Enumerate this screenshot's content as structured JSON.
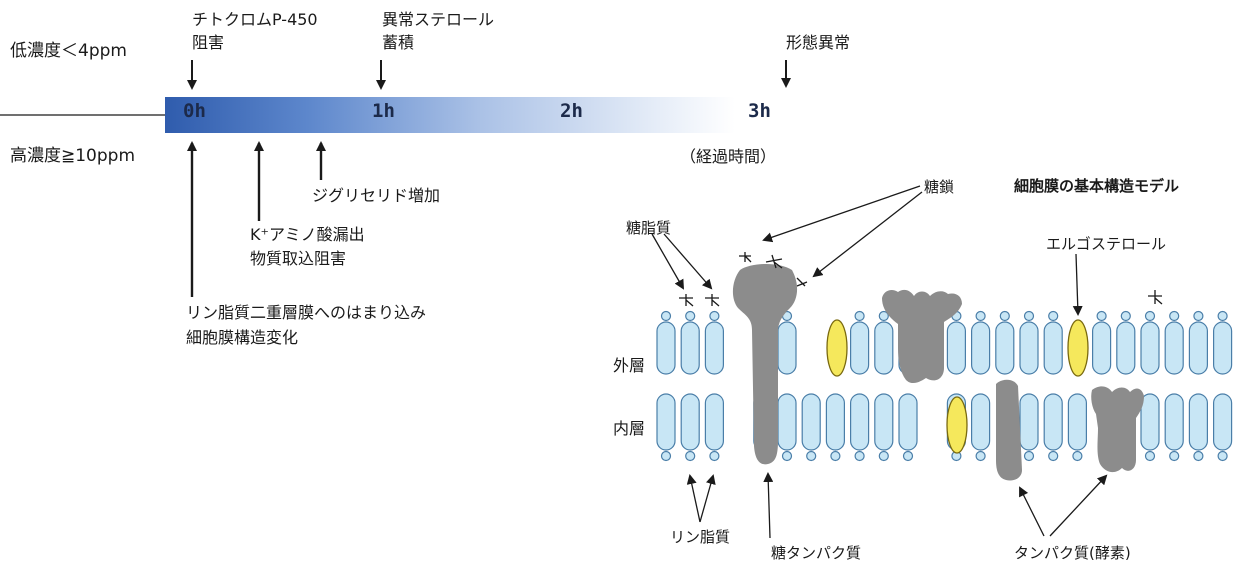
{
  "timeline": {
    "low_conc": "低濃度＜4ppm",
    "high_conc": "高濃度≧10ppm",
    "ticks": [
      "0h",
      "1h",
      "2h",
      "3h"
    ],
    "elapsed": "（経過時間）",
    "low_events": {
      "p450_line1": "チトクロムP-450",
      "p450_line2": "阻害",
      "sterol_line1": "異常ステロール",
      "sterol_line2": "蓄積",
      "morph": "形態異常"
    },
    "high_events": {
      "diglyceride": "ジグリセリド増加",
      "k_line1": "K⁺アミノ酸漏出",
      "k_line2": "物質取込阻害",
      "insert_line1": "リン脂質二重層膜へのはまり込み",
      "insert_line2": "細胞膜構造変化"
    }
  },
  "membrane": {
    "title": "細胞膜の基本構造モデル",
    "outer": "外層",
    "inner": "内層",
    "sugar_chain": "糖鎖",
    "glycolipid": "糖脂質",
    "ergosterol": "エルゴステロール",
    "phospholipid": "リン脂質",
    "glycoprotein": "糖タンパク質",
    "enzyme": "タンパク質(酵素)"
  },
  "colors": {
    "lipid_fill": "#c8e6f5",
    "lipid_stroke": "#4a7ea8",
    "protein": "#8c8c8c",
    "sterol": "#f5e85c",
    "bar_start": "#2f5cad"
  }
}
